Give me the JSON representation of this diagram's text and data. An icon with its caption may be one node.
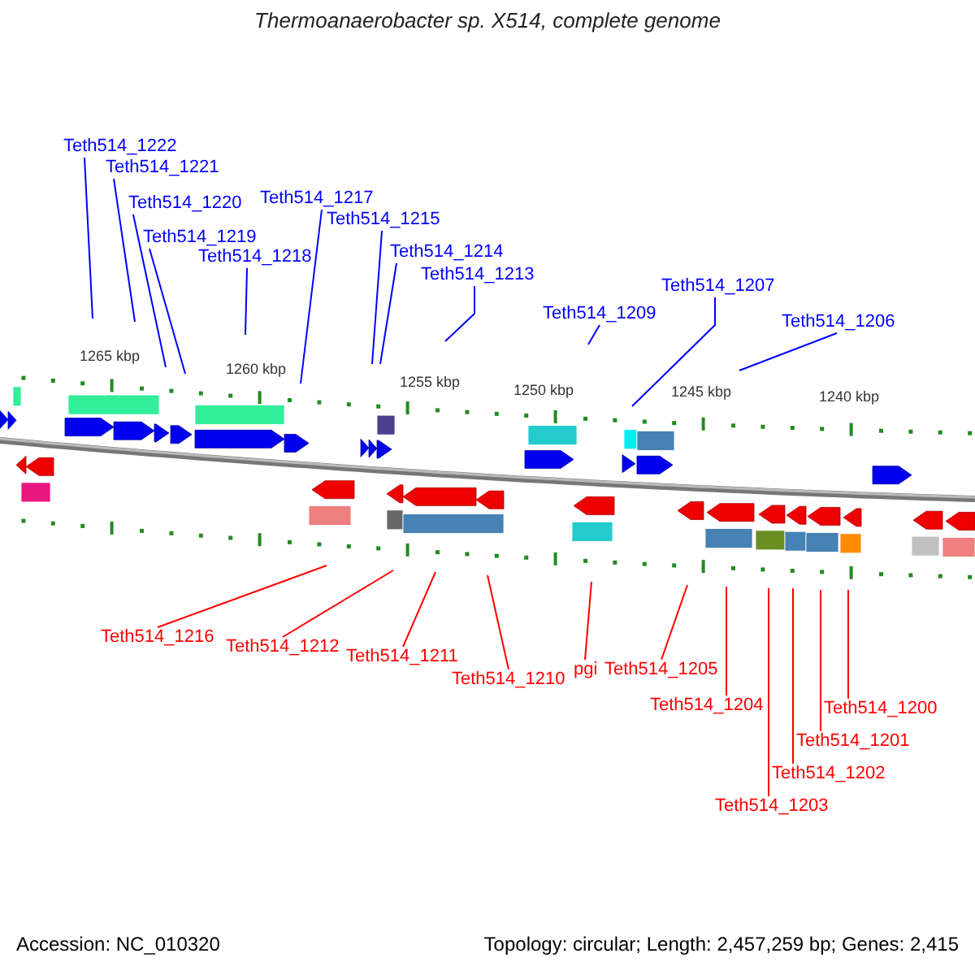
{
  "diagram": {
    "title": "Thermoanaerobacter sp. X514, complete genome",
    "nodes": [
      {
        "text": [
          "Teth514_1222"
        ]
      },
      {
        "text": [
          "Teth514_1221"
        ]
      },
      {
        "text": [
          "Teth514_1220"
        ]
      },
      {
        "text": [
          "Teth514_1219"
        ]
      },
      {
        "text": [
          "Teth514_1218"
        ]
      },
      {
        "text": [
          "Teth514_1217"
        ]
      },
      {
        "text": [
          "Teth514_1215"
        ]
      },
      {
        "text": [
          "Teth514_1214"
        ]
      },
      {
        "text": [
          "Teth514_1213"
        ]
      },
      {
        "text": [
          "Teth514_1209"
        ]
      },
      {
        "text": [
          "Teth514_1207"
        ]
      },
      {
        "text": [
          "Teth514_1206"
        ]
      },
      {
        "text": [
          "Teth514_1216"
        ]
      },
      {
        "text": [
          "Teth514_1212"
        ]
      },
      {
        "text": [
          "Teth514_1211"
        ]
      },
      {
        "text": [
          "Teth514_1210"
        ]
      },
      {
        "text": [
          "pgi"
        ]
      },
      {
        "text": [
          "Teth514_1205"
        ]
      },
      {
        "text": [
          "Teth514_1204"
        ]
      },
      {
        "text": [
          "Teth514_1203"
        ]
      },
      {
        "text": [
          "Teth514_1202"
        ]
      },
      {
        "text": [
          "Teth514_1201"
        ]
      },
      {
        "text": [
          "Teth514_1200"
        ]
      }
    ],
    "edges": [
      {
        "from": 0,
        "to": null,
        "arrow": "none"
      },
      {
        "from": 1,
        "to": null,
        "arrow": "none"
      },
      {
        "from": 2,
        "to": null,
        "arrow": "none"
      },
      {
        "from": 3,
        "to": null,
        "arrow": "none"
      },
      {
        "from": 4,
        "to": null,
        "arrow": "none"
      },
      {
        "from": 5,
        "to": null,
        "arrow": "none"
      },
      {
        "from": 6,
        "to": null,
        "arrow": "none"
      },
      {
        "from": 7,
        "to": null,
        "arrow": "none"
      },
      {
        "from": 8,
        "to": null,
        "arrow": "none"
      },
      {
        "from": 9,
        "to": null,
        "arrow": "none"
      },
      {
        "from": 10,
        "to": null,
        "arrow": "none"
      },
      {
        "from": 11,
        "to": null,
        "arrow": "none"
      },
      {
        "from": 12,
        "to": null,
        "arrow": "none",
        "color": "#ff0000"
      },
      {
        "from": 13,
        "to": null,
        "arrow": "none",
        "color": "#ff0000"
      },
      {
        "from": 14,
        "to": null,
        "arrow": "none",
        "color": "#ff0000"
      },
      {
        "from": 15,
        "to": null,
        "arrow": "none",
        "color": "#ff0000"
      },
      {
        "from": 16,
        "to": null,
        "arrow": "none",
        "color": "#ff0000"
      },
      {
        "from": 17,
        "to": null,
        "arrow": "none",
        "color": "#ff0000"
      },
      {
        "from": 18,
        "to": null,
        "arrow": "none",
        "color": "#ff0000"
      },
      {
        "from": 19,
        "to": null,
        "arrow": "none",
        "color": "#ff0000"
      },
      {
        "from": 20,
        "to": null,
        "arrow": "none",
        "color": "#ff0000"
      },
      {
        "from": 21,
        "to": null,
        "arrow": "none",
        "color": "#ff0000"
      },
      {
        "from": 22,
        "to": null,
        "arrow": "none",
        "color": "#ff0000"
      }
    ],
    "labels": [
      "1265 kbp",
      "1260 kbp",
      "1255 kbp",
      "1250 kbp",
      "1245 kbp",
      "1240 kbp",
      "Accession: NC_010320",
      "Topology: circular; Length: 2,457,259 bp; Genes: 2,415"
    ]
  }
}
